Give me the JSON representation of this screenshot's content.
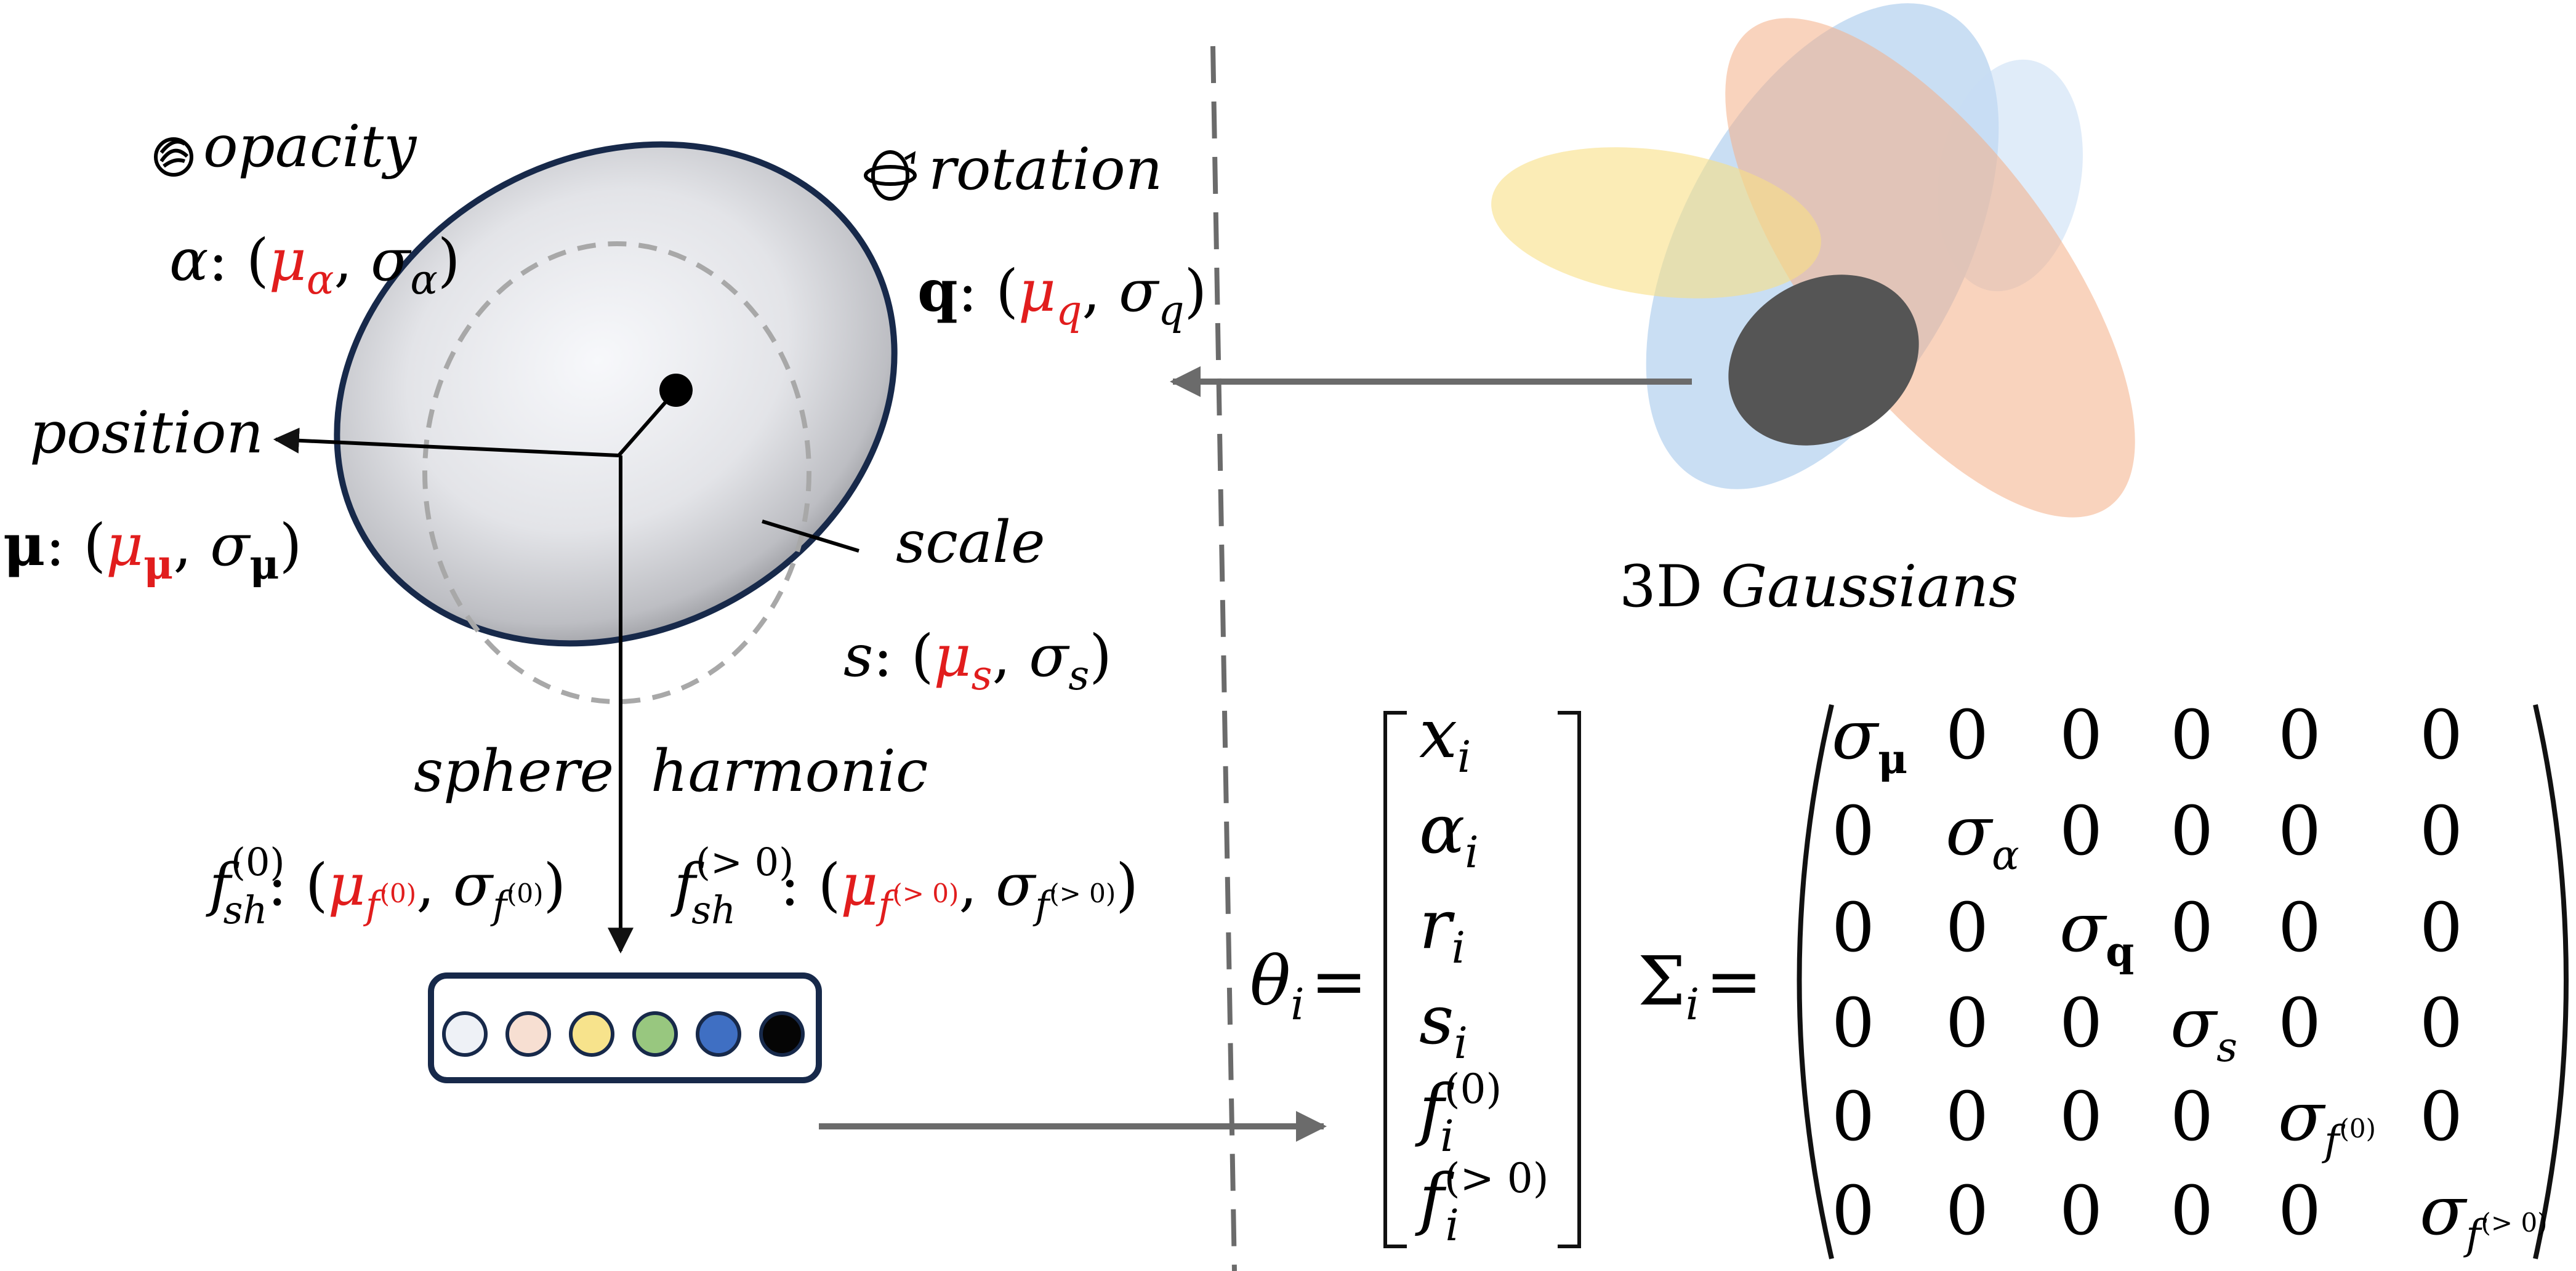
{
  "left": {
    "opacity": {
      "label": "opacity",
      "sym": "α",
      "mean": "μ",
      "mean_sub": "α",
      "std": "σ",
      "std_sub": "α",
      "icon": "opacity-icon"
    },
    "rotation": {
      "label": "rotation",
      "sym": "q",
      "mean": "μ",
      "mean_sub": "q",
      "std": "σ",
      "std_sub": "q",
      "icon": "rotation-icon"
    },
    "position": {
      "label": "position",
      "sym": "μ",
      "mean": "μ",
      "mean_sub": "μ",
      "std": "σ",
      "std_sub": "μ"
    },
    "scale": {
      "label": "scale",
      "sym": "s",
      "mean": "μ",
      "mean_sub": "s",
      "std": "σ",
      "std_sub": "s"
    },
    "sh": {
      "label": "sphere  harmonic",
      "f": "f",
      "sub": "sh",
      "sup0": "(0)",
      "supg": "(> 0)",
      "mean": "μ",
      "std": "σ",
      "mean_sub0": "f",
      "mean_sup0": "(0)",
      "mean_subg": "f",
      "mean_supg": "(> 0)"
    },
    "palette": [
      "#eef1f6",
      "#f7dfd2",
      "#f7e38c",
      "#98c77f",
      "#3f6fc3",
      "#050505"
    ]
  },
  "right": {
    "gaussians_label_prefix": "3D",
    "gaussians_label": "Gaussians",
    "colors": {
      "blue": "#9dc3e9",
      "orange": "#f4ae86",
      "yellow": "#f9df85",
      "lightblue": "#c6dcf4",
      "core": "#555555"
    }
  },
  "theta": {
    "lhs": "θ",
    "lhs_sub": "i",
    "eq": "=",
    "rows": [
      {
        "sym": "x",
        "sub": "i",
        "sup": ""
      },
      {
        "sym": "α",
        "sub": "i",
        "sup": ""
      },
      {
        "sym": "r",
        "sub": "i",
        "sup": ""
      },
      {
        "sym": "s",
        "sub": "i",
        "sup": ""
      },
      {
        "sym": "f",
        "sub": "i",
        "sup": "(0)"
      },
      {
        "sym": "f",
        "sub": "i",
        "sup": "(> 0)"
      }
    ]
  },
  "sigma": {
    "lhs": "Σ",
    "lhs_sub": "i",
    "eq": "=",
    "zero": "0",
    "diag": [
      {
        "sym": "σ",
        "sub": "μ",
        "sup": ""
      },
      {
        "sym": "σ",
        "sub": "α",
        "sup": ""
      },
      {
        "sym": "σ",
        "sub": "q",
        "sup": ""
      },
      {
        "sym": "σ",
        "sub": "s",
        "sup": ""
      },
      {
        "sym": "σ",
        "sub": "f",
        "sup": "(0)"
      },
      {
        "sym": "σ",
        "sub": "f",
        "sup": "(> 0)"
      }
    ]
  }
}
